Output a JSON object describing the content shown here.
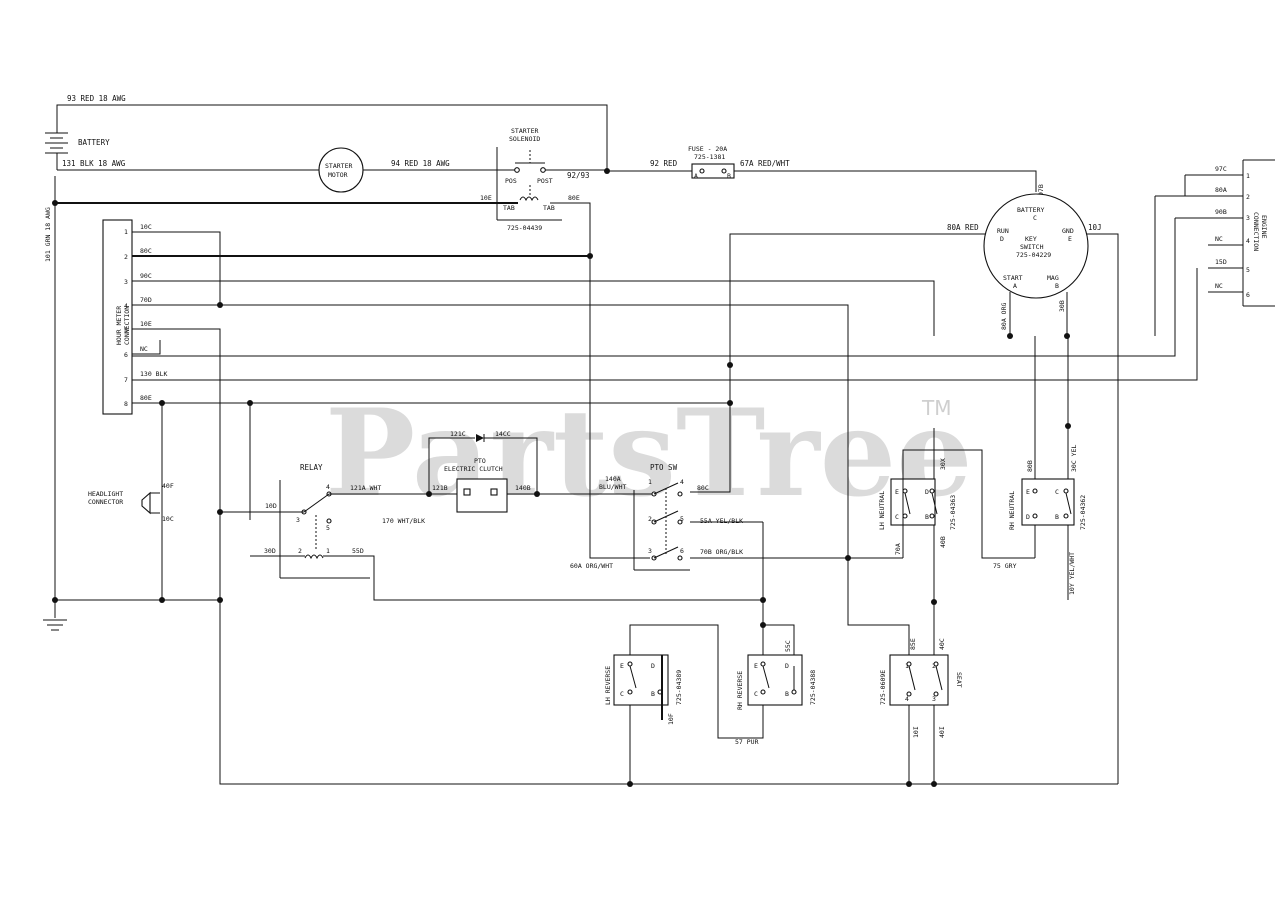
{
  "watermark": {
    "text": "PartsTree",
    "tm": "TM"
  },
  "wires": {
    "w93": "93 RED 18 AWG",
    "w131": "131 BLK 18 AWG",
    "w94": "94 RED 18 AWG",
    "w92": "92 RED",
    "w92_93": "92/93",
    "w67a": "67A RED/WHT",
    "w97b": "97B",
    "w101": "101 GRN 18 AWG",
    "w10e_a": "10E",
    "w80e": "80E",
    "w80a": "80A RED",
    "w10j": "10J",
    "w80a_org": "80A ORG",
    "w30b": "30B",
    "w121c": "121C",
    "w14cc": "14CC",
    "w121a": "121A WHT",
    "w121b": "121B",
    "w140b": "140B",
    "w140a": "140A",
    "w140a2": "BLU/WHT",
    "w80c": "80C",
    "w170": "170 WHT/BLK",
    "w55a": "55A YEL/BLK",
    "w60a": "60A ORG/WHT",
    "w70b": "70B ORG/BLK",
    "w10d": "10D",
    "w30d": "30D",
    "w55d": "55D",
    "w40f": "40F",
    "w10c": "10C",
    "w30x": "30X",
    "w30c": "30C YEL",
    "w70a": "70A",
    "w40b": "40B",
    "w75": "75 GRY",
    "w10y": "10Y YEL/WHT",
    "w10f": "10F",
    "w55c": "55C",
    "w57": "57 PUR",
    "w85e": "85E",
    "w40c": "40C",
    "w10i": "10I",
    "w40i": "40I"
  },
  "components": {
    "battery": "BATTERY",
    "starter_motor": [
      "STARTER",
      "MOTOR"
    ],
    "solenoid": [
      "STARTER",
      "SOLENOID"
    ],
    "solenoid_pn": "725-04439",
    "sol_pos": "POS",
    "sol_post": "POST",
    "sol_tab_l": "TAB",
    "sol_tab_r": "TAB",
    "fuse": [
      "FUSE - 20A",
      "725-1381"
    ],
    "fuse_a": "A",
    "fuse_b": "B",
    "key_switch": [
      "KEY",
      "SWITCH",
      "725-04229"
    ],
    "ks_battery": "BATTERY",
    "ks_run": "RUN",
    "ks_gnd": "GND",
    "ks_start": "START",
    "ks_mag": "MAG",
    "hour_meter": [
      "HOUR METER",
      "CONNECTION"
    ],
    "engine_conn": [
      "ENGINE",
      "CONNECTION"
    ],
    "engine_pins": [
      "97C",
      "80A",
      "90B",
      "NC",
      "15D",
      "NC"
    ],
    "relay": "RELAY",
    "pto_clutch": [
      "PTO",
      "ELECTRIC CLUTCH"
    ],
    "pto_sw": "PTO SW",
    "headlight": [
      "HEADLIGHT",
      "CONNECTOR"
    ],
    "lh_neutral": [
      "LH NEUTRAL",
      "725-04363"
    ],
    "rh_neutral": [
      "RH NEUTRAL",
      "725-04362"
    ],
    "lh_reverse": [
      "LH REVERSE",
      "725-04389"
    ],
    "rh_reverse": [
      "RH REVERSE",
      "725-04388"
    ],
    "seat": [
      "SEAT",
      "725-0609E"
    ]
  },
  "hour_meter_pins": [
    {
      "num": "1",
      "wire": "10C"
    },
    {
      "num": "2",
      "wire": "80C"
    },
    {
      "num": "3",
      "wire": "90C"
    },
    {
      "num": "4",
      "wire": "70D"
    },
    {
      "num": "5",
      "wire": "10E"
    },
    {
      "num": "6",
      "wire": "NC"
    },
    {
      "num": "7",
      "wire": "130 BLK"
    },
    {
      "num": "8",
      "wire": "80E"
    }
  ]
}
